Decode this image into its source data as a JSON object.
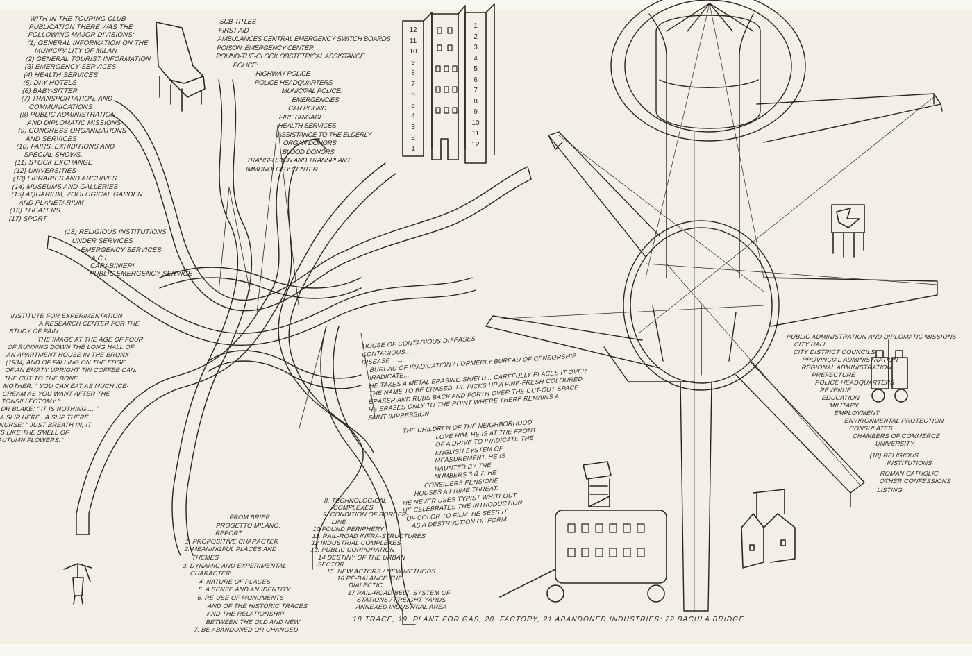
{
  "touring_club": {
    "intro": [
      "WITH IN THE TOURING CLUB",
      "PUBLICATION THERE WAS THE",
      "FOLLOWING MAJOR DIVISIONS:"
    ],
    "items": [
      "(1) GENERAL INFORMATION ON THE",
      "MUNICIPALITY OF MILAN",
      "(2) GENERAL TOURIST INFORMATION",
      "(3) EMERGENCY SERVICES",
      "(4) HEALTH SERVICES",
      "(5) DAY HOTELS",
      "(6) BABY-SITTER",
      "(7) TRANSPORTATION, AND",
      "COMMUNICATIONS",
      "(8) PUBLIC ADMINISTRATION",
      "AND DIPLOMATIC MISSIONS",
      "(9) CONGRESS ORGANIZATIONS",
      "AND SERVICES",
      "(10) FAIRS, EXHIBITIONS AND",
      "SPECIAL SHOWS.",
      "(11) STOCK EXCHANGE",
      "(12) UNIVERSITIES",
      "(13) LIBRARIES AND ARCHIVES",
      "(14) MUSEUMS AND GALLERIES",
      "(15) AQUARIUM, ZOOLOGICAL GARDEN",
      "AND PLANETARIUM",
      "(16) THEATERS",
      "(17) SPORT"
    ],
    "religious": "(18) RELIGIOUS INSTITUTIONS",
    "under": [
      "UNDER SERVICES",
      "EMERGENCY SERVICES",
      "A.C.I",
      "CARABINIERI",
      "PUBLIC EMERGENCY SERVICE"
    ]
  },
  "subtitles": {
    "lines": [
      "SUB-TITLES",
      "FIRST AID",
      "AMBULANCES CENTRAL EMERGENCY SWITCH BOARDS",
      "POISON: EMERGENCY CENTER",
      "ROUND-THE-CLOCK OBSTETRICAL ASSISTANCE",
      "POLICE:",
      "HIGHWAY POLICE",
      "POLICE HEADQUARTERS",
      "MUNICIPAL POLICE:",
      "EMERGENCIES",
      "CAR POUND",
      "FIRE BRIGADE",
      "HEALTH SERVICES",
      "ASSISTANCE TO THE ELDERLY",
      "ORGAN DONORS",
      "BLOOD DONORS",
      "TRANSFUSION AND TRANSPLANT.",
      "IMMUNOLOGY CENTER."
    ]
  },
  "building_numbers": {
    "left": [
      "12",
      "11",
      "10",
      "9",
      "8",
      "7",
      "6",
      "5",
      "4",
      "3",
      "2",
      "1"
    ],
    "right": [
      "1",
      "2",
      "3",
      "4",
      "5",
      "6",
      "7",
      "8",
      "9",
      "10",
      "11",
      "12"
    ]
  },
  "institute": {
    "lines": [
      "INSTITUTE FOR EXPERIMENTATION",
      "A RESEARCH CENTER FOR THE",
      "STUDY OF PAIN.",
      "THE IMAGE AT THE AGE OF FOUR",
      "OF RUNNING DOWN THE LONG HALL OF",
      "AN APARTMENT HOUSE IN THE BRONX",
      "(1934) AND OF FALLING ON THE EDGE",
      "OF AN EMPTY UPRIGHT TIN COFFEE CAN.",
      "THE CUT TO THE BONE.",
      "MOTHER: \" YOU CAN EAT AS MUCH ICE-",
      "CREAM AS YOU WANT AFTER THE",
      "TONSILLECTOMY.\"",
      "DR BLAKE: \" IT IS NOTHING.... \"",
      "A SLIP HERE.. A SLIP THERE.",
      "NURSE: \" JUST BREATH IN, IT",
      "IS LIKE THE SMELL OF",
      "AUTUMN FLOWERS.\""
    ]
  },
  "contagious": {
    "lines": [
      "HOUSE OF CONTAGIOUS DISEASES",
      "CONTAGIOUS.....",
      "DISEASE.......",
      "BUREAU OF IRADICATION / FORMERLY BUREAU OF CENSORSHIP",
      "IRADICATE....",
      "HE TAKES A METAL ERASING SHIELD... CAREFULLY PLACES IT OVER",
      "THE NAME TO BE ERASED. HE PICKS UP A FINE-FRESH COLOURED",
      "ERASER AND RUBS BACK AND FORTH OVER THE CUT-OUT SPACE.",
      "HE ERASES ONLY TO THE POINT WHERE THERE REMAINS A",
      "FAINT IMPRESSION"
    ],
    "children": [
      "THE CHILDREN OF THE NEIGHBORHOOD",
      "LOVE HIM. HE IS AT THE FRONT",
      "OF A DRIVE TO IRADICATE THE",
      "ENGLISH SYSTEM OF",
      "MEASUREMENT. HE IS",
      "HAUNTED BY THE",
      "NUMBERS 3 & 7. HE",
      "CONSIDERS PENSIONE",
      "HOUSES A PRIME THREAT.",
      "HE NEVER USES TYPIST WHITEOUT",
      "HE CELEBRATES THE INTRODUCTION",
      "OF COLOR TO FILM. HE SEES IT",
      "AS A DESTRUCTION OF FORM."
    ]
  },
  "public_admin": {
    "lines": [
      "PUBLIC ADMINISTRATION AND DIPLOMATIC MISSIONS",
      "CITY HALL",
      "CITY DISTRICT COUNCILS",
      "PROVINCIAL ADMINISTRATION",
      "REGIONAL ADMINISTRATION",
      "PREFECTURE",
      "POLICE HEADQUARTERS",
      "REVENUE",
      "EDUCATION",
      "MILITARY",
      "EMPLOYMENT",
      "ENVIRONMENTAL PROTECTION",
      "CONSULATES",
      "CHAMBERS OF COMMERCE",
      "UNIVERSITY."
    ],
    "religious": [
      "(18) RELIGIOUS",
      "INSTITUTIONS"
    ],
    "confessions": [
      "ROMAN CATHOLIC",
      "OTHER CONFESSIONS",
      "LISTING:"
    ]
  },
  "brief": {
    "lines": [
      "FROM BRIEF:",
      "PROGETTO MILANO:",
      "REPORT:",
      "1. PROPOSITIVE CHARACTER",
      "2. MEANINGFUL PLACES AND",
      "THEMES",
      "3. DYNAMIC AND EXPERIMENTAL",
      "CHARACTER.",
      "4. NATURE OF PLACES",
      "5. A SENSE AND AN IDENTITY",
      "6. RE-USE OF MONUMENTS",
      "AND OF THE HISTORIC TRACES",
      "AND THE RELATIONSHIP",
      "BETWEEN THE OLD AND NEW",
      "7. BE ABANDONED OR CHANGED"
    ]
  },
  "brief_cont": {
    "lines": [
      "8. TECHNOLOGICAL",
      "COMPLEXES",
      "9. CONDITION OF BORDER-",
      "LINE",
      "10 FOUND PERIPHERY",
      "11. RAIL-ROAD INFRA-STRUCTURES",
      "12 INDUSTRIAL COMPLEXES",
      "13. PUBLIC CORPORATION",
      "14 DESTINY OF THE URBAN",
      "SECTOR",
      "15. NEW ACTORS / NEW METHODS",
      "16 RE-BALANCE THE",
      "DIALECTIC",
      "17 RAIL-ROAD BELT. SYSTEM OF",
      "STATIONS / FREIGHT YARDS",
      "ANNEXED INDUSTRIAL AREA"
    ]
  },
  "bottom_line": "18 TRACE, 19. PLANT FOR GAS, 20. FACTORY; 21 ABANDONED INDUSTRIES; 22 BACULA BRIDGE.",
  "colors": {
    "paper": "#f3efe4",
    "ink": "#2a2520"
  }
}
